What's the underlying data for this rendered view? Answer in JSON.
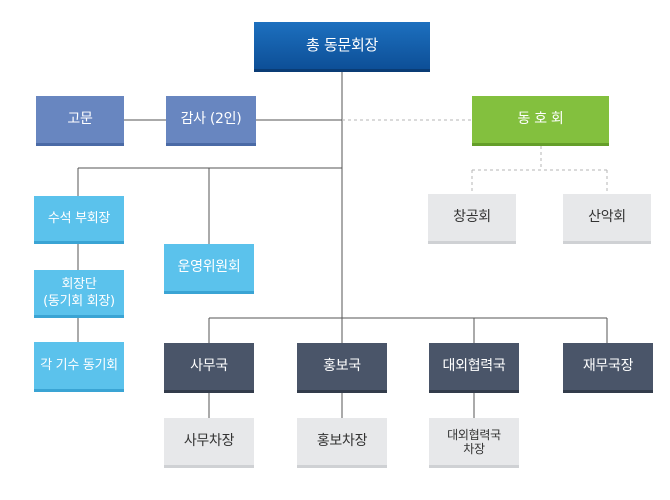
{
  "diagram": {
    "president": "총 동문회장",
    "advisor": "고문",
    "auditor": "감사 (2인)",
    "club": "동 호 회",
    "club_changgong": "창공회",
    "club_sanak": "산악회",
    "senior_vp": "수석 부회장",
    "council_line1": "회장단",
    "council_line2": "(동기회 회장)",
    "class_groups": "각 기수 동기회",
    "steering": "운영위원회",
    "dept_admin": "사무국",
    "dept_pr": "홍보국",
    "dept_external": "대외협력국",
    "dept_finance": "재무국장",
    "deputy_admin": "사무차장",
    "deputy_pr": "홍보차장",
    "deputy_external_line1": "대외협력국",
    "deputy_external_line2": "차장"
  },
  "colors": {
    "top": "#0d4f97",
    "advisor": "#6886c0",
    "cyan": "#5bc2ec",
    "green": "#83c03e",
    "grey": "#e7e8ea",
    "dark": "#4a5569",
    "line": "#555555",
    "dashed_line": "#b5b5b5"
  }
}
